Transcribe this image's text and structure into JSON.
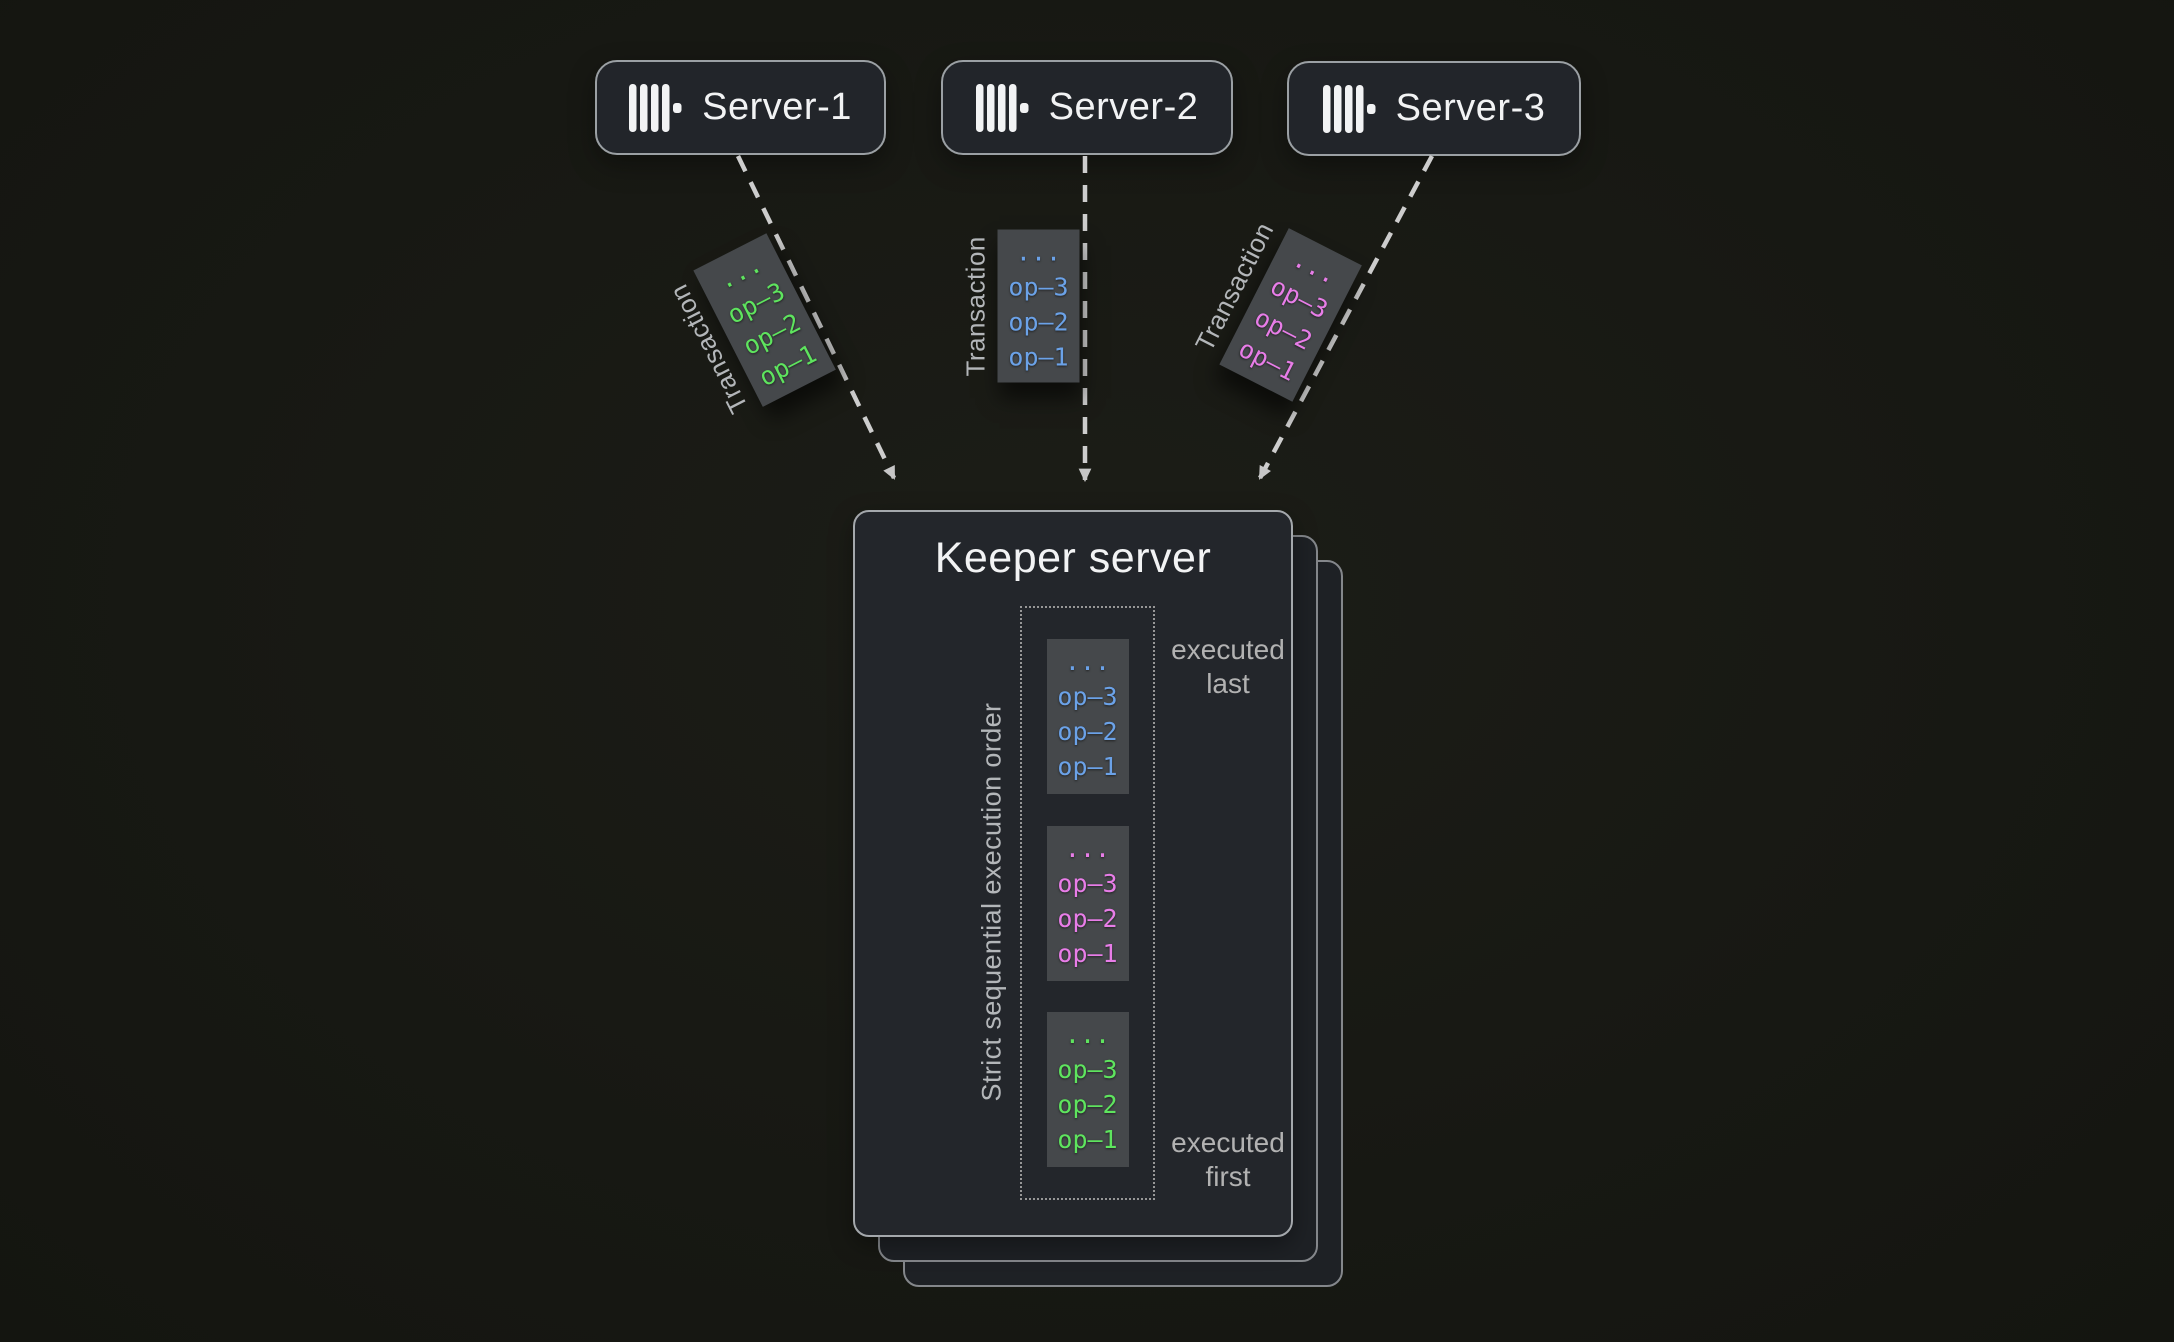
{
  "diagram_title": "Keeper server strict sequential execution",
  "colors": {
    "green": "#5ee45e",
    "blue": "#6ba2e8",
    "pink": "#e87de8",
    "panel_bg": "#22252a",
    "panel_border": "#a4a8ac",
    "card_bg": "#45484b",
    "muted": "#b3b6b9",
    "line": "#cdcdcd",
    "title": "#f2f3f4",
    "background": "#171813"
  },
  "servers": [
    {
      "label": "Server-1"
    },
    {
      "label": "Server-2"
    },
    {
      "label": "Server-3"
    }
  ],
  "transactions": [
    {
      "label": "Transaction",
      "color": "green",
      "ops": [
        "...",
        "op–3",
        "op–2",
        "op–1"
      ]
    },
    {
      "label": "Transaction",
      "color": "blue",
      "ops": [
        "...",
        "op–3",
        "op–2",
        "op–1"
      ]
    },
    {
      "label": "Transaction",
      "color": "pink",
      "ops": [
        "...",
        "op–3",
        "op–2",
        "op–1"
      ]
    }
  ],
  "keeper": {
    "title": "Keeper server",
    "side_label": "Strict sequential execution order",
    "queue": [
      {
        "color": "blue",
        "ops": [
          "...",
          "op–3",
          "op–2",
          "op–1"
        ]
      },
      {
        "color": "pink",
        "ops": [
          "...",
          "op–3",
          "op–2",
          "op–1"
        ]
      },
      {
        "color": "green",
        "ops": [
          "...",
          "op–3",
          "op–2",
          "op–1"
        ]
      }
    ],
    "annotation_last": {
      "line1": "executed",
      "line2": "last"
    },
    "annotation_first": {
      "line1": "executed",
      "line2": "first"
    }
  }
}
